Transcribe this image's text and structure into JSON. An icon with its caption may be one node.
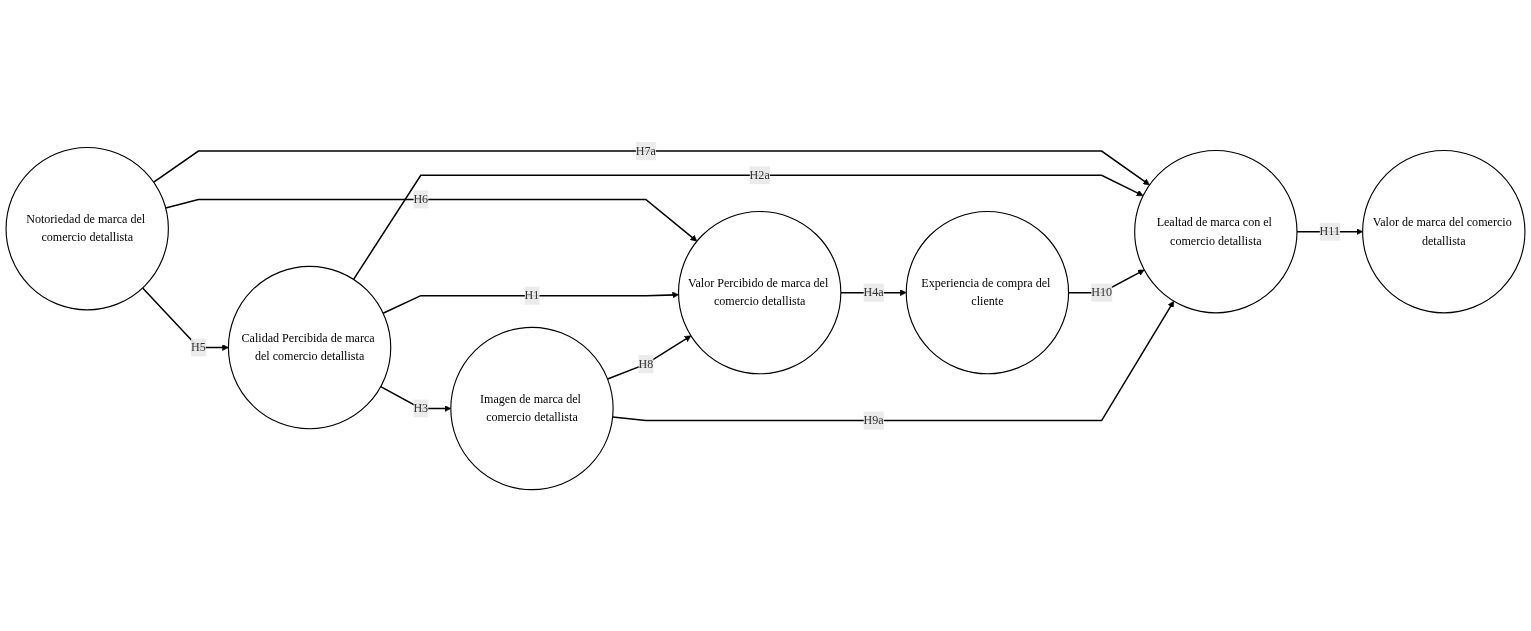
{
  "diagram": {
    "nodes": [
      {
        "text": [
          "Notoriedad de marca del comercio detallista"
        ]
      },
      {
        "text": [
          "Calidad Percibida de marca del comercio detallista"
        ]
      },
      {
        "text": [
          "Valor Percibido de marca del comercio detallista"
        ]
      },
      {
        "text": [
          "Experiencia de compra del cliente"
        ]
      },
      {
        "text": [
          "Lealtad de marca con el comercio detallista"
        ]
      },
      {
        "text": [
          "Valor de marca del comercio detallista"
        ]
      },
      {
        "text": [
          "Imagen de marca del comercio detallista"
        ]
      }
    ],
    "edges": [
      {
        "from": 0,
        "to": 1,
        "arrow": "to",
        "label": "H5"
      },
      {
        "from": 0,
        "to": 2,
        "arrow": "to",
        "label": "H6"
      },
      {
        "from": 0,
        "to": 4,
        "arrow": "to",
        "label": "H7a"
      },
      {
        "from": 1,
        "to": 2,
        "arrow": "to",
        "label": "H1"
      },
      {
        "from": 1,
        "to": 4,
        "arrow": "to",
        "label": "H2a"
      },
      {
        "from": 1,
        "to": 6,
        "arrow": "to",
        "label": "H3"
      },
      {
        "from": 2,
        "to": 3,
        "arrow": "to",
        "label": "H4a"
      },
      {
        "from": 3,
        "to": 4,
        "arrow": "to",
        "label": "H10"
      },
      {
        "from": 4,
        "to": 5,
        "arrow": "to",
        "label": "H11"
      },
      {
        "from": 6,
        "to": 2,
        "arrow": "to",
        "label": "H8"
      },
      {
        "from": 6,
        "to": 4,
        "arrow": "to",
        "label": "H9a"
      }
    ]
  }
}
